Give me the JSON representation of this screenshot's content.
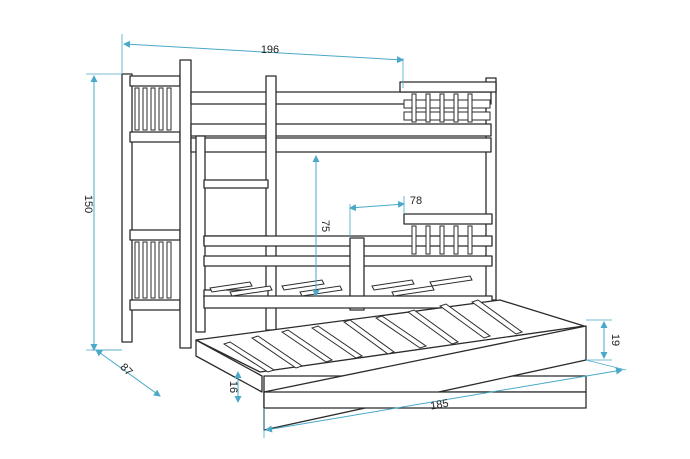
{
  "dimensions": {
    "width_top": "196",
    "height_total": "150",
    "depth": "87",
    "bed_clearance": "75",
    "upper_guard_gap": "78",
    "drawer_height": "19",
    "drawer_inner_height": "16",
    "drawer_length": "185"
  },
  "colors": {
    "dimension_lines": "#4aa8c8",
    "outline": "#2b2b2b",
    "background": "#ffffff"
  }
}
